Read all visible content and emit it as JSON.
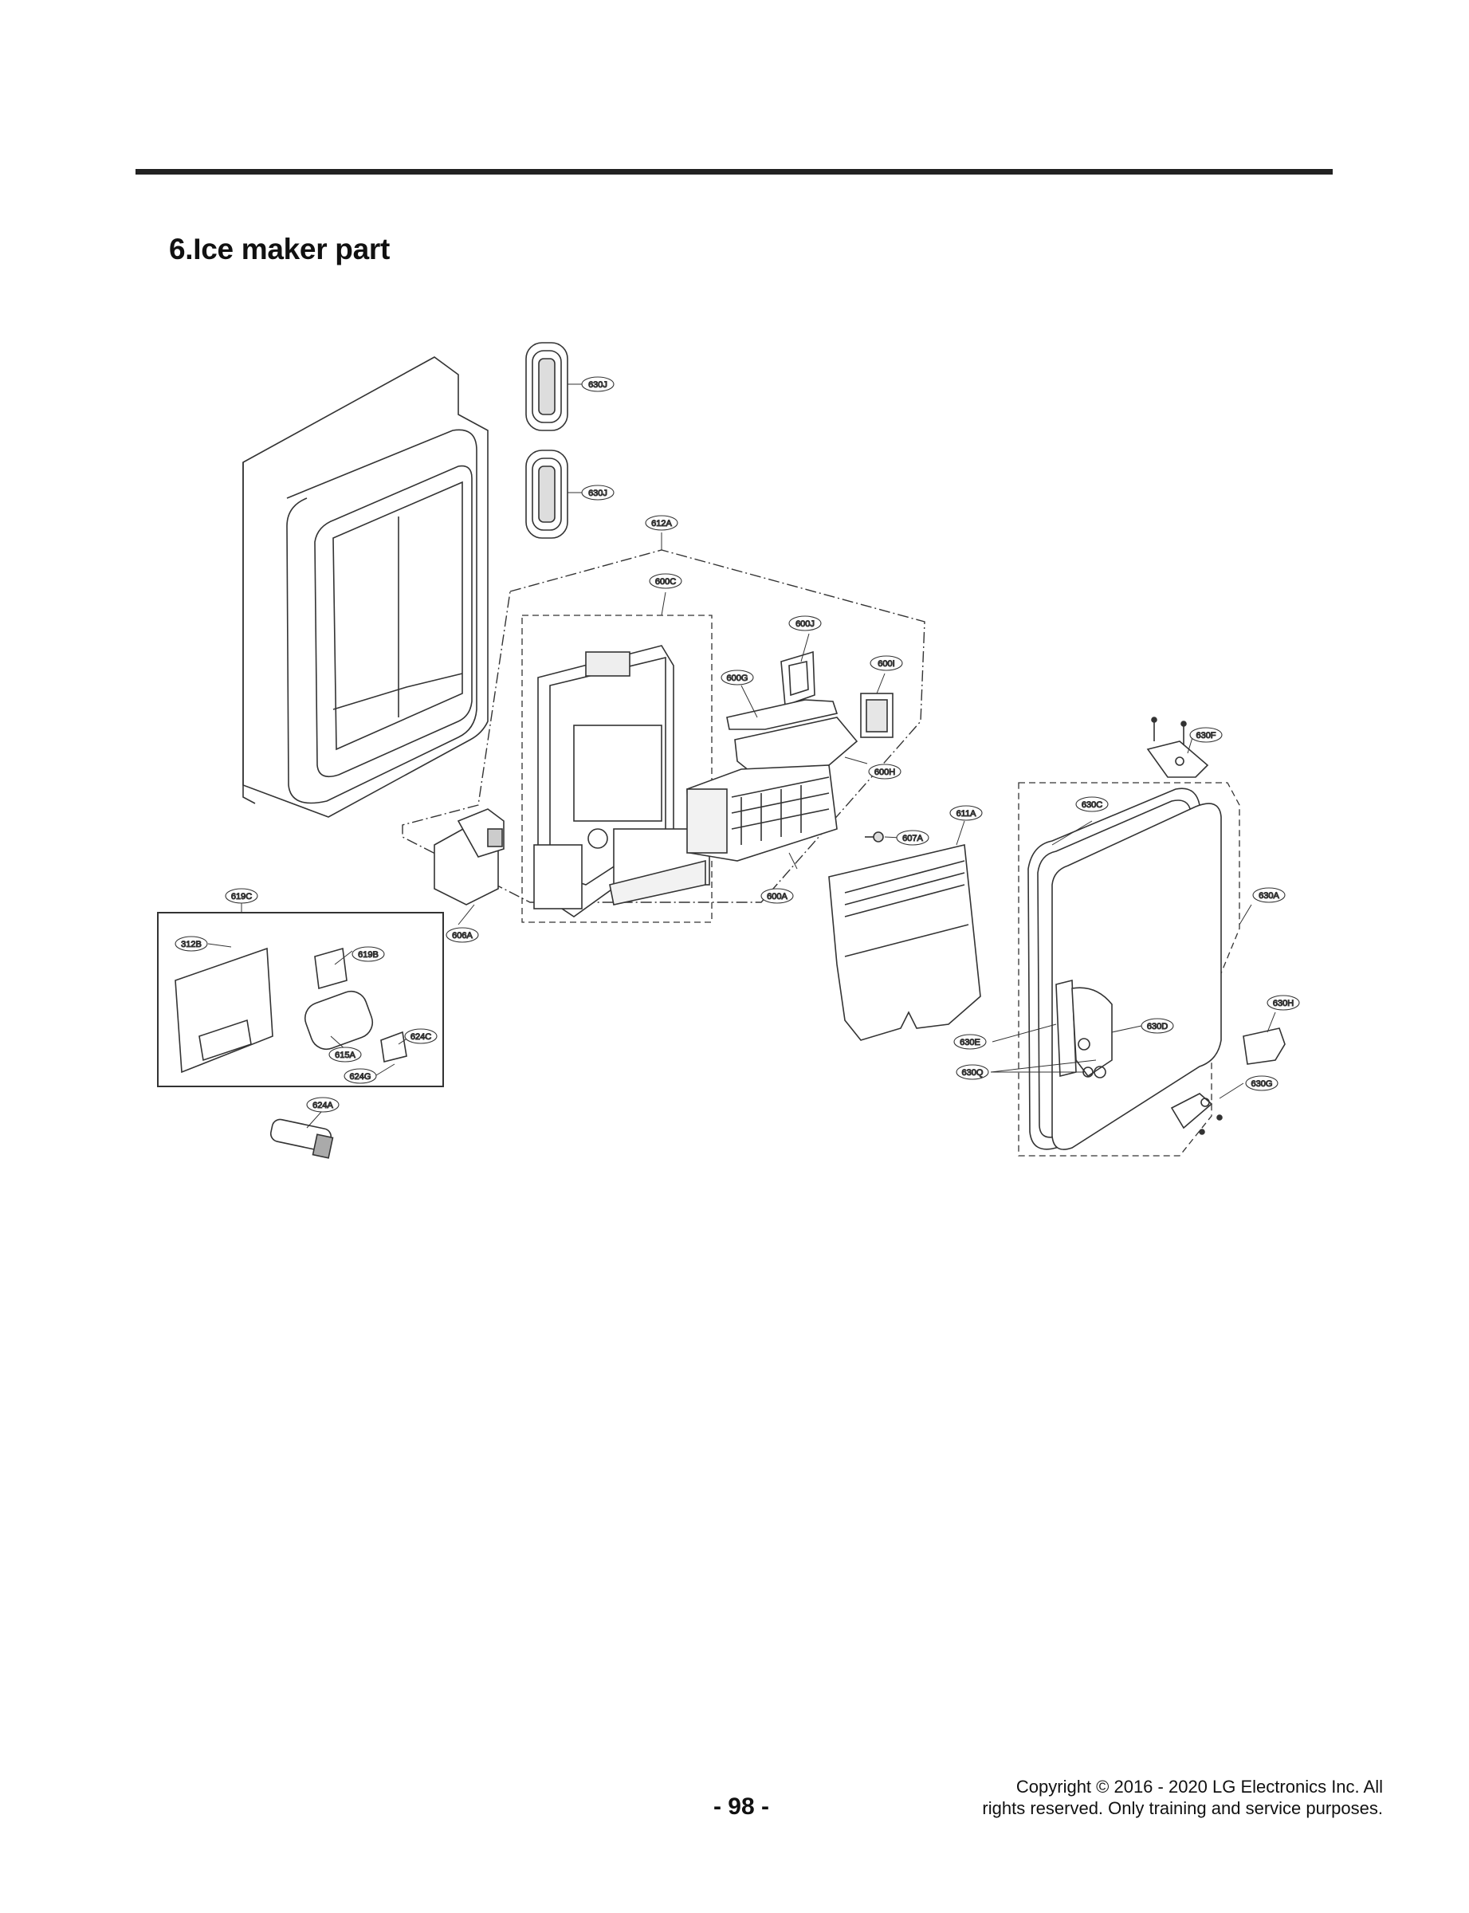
{
  "header": {
    "section_title": "6.Ice maker part"
  },
  "callouts": {
    "c630J_top": "630J",
    "c630J_mid": "630J",
    "c612A": "612A",
    "c600C": "600C",
    "c600J": "600J",
    "c600I": "600I",
    "c600G": "600G",
    "c630F": "630F",
    "c600H": "600H",
    "c630C": "630C",
    "c611A": "611A",
    "c607A": "607A",
    "c600A": "600A",
    "c619C": "619C",
    "c630A": "630A",
    "c606A": "606A",
    "c312B": "312B",
    "c619B": "619B",
    "c630H": "630H",
    "c630D": "630D",
    "c624C": "624C",
    "c630E": "630E",
    "c615A": "615A",
    "c630Q": "630Q",
    "c624G": "624G",
    "c630G": "630G",
    "c624A": "624A"
  },
  "footer": {
    "page_number": "- 98 -",
    "copyright_line1": "Copyright © 2016 - 2020 LG Electronics Inc. All",
    "copyright_line2": "rights reserved. Only training and service purposes."
  }
}
